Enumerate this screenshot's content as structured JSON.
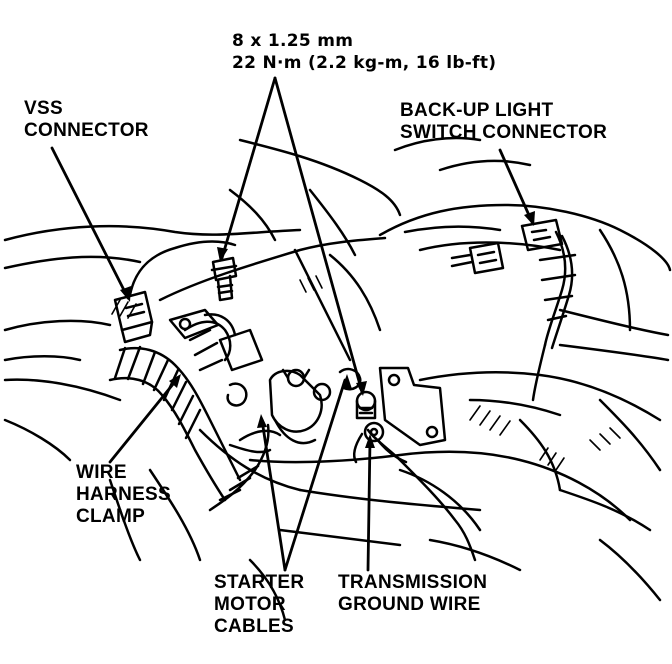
{
  "labels": {
    "spec_line1": "8 x 1.25 mm",
    "spec_line2": "22 N·m (2.2 kg-m, 16 lb-ft)",
    "vss_line1": "VSS",
    "vss_line2": "CONNECTOR",
    "backup_line1": "BACK-UP LIGHT",
    "backup_line2": "SWITCH CONNECTOR",
    "wire_line1": "WIRE",
    "wire_line2": "HARNESS",
    "wire_line3": "CLAMP",
    "starter_line1": "STARTER",
    "starter_line2": "MOTOR",
    "starter_line3": "CABLES",
    "ground_line1": "TRANSMISSION",
    "ground_line2": "GROUND WIRE"
  },
  "colors": {
    "ink": "#000000",
    "paper": "#ffffff"
  }
}
